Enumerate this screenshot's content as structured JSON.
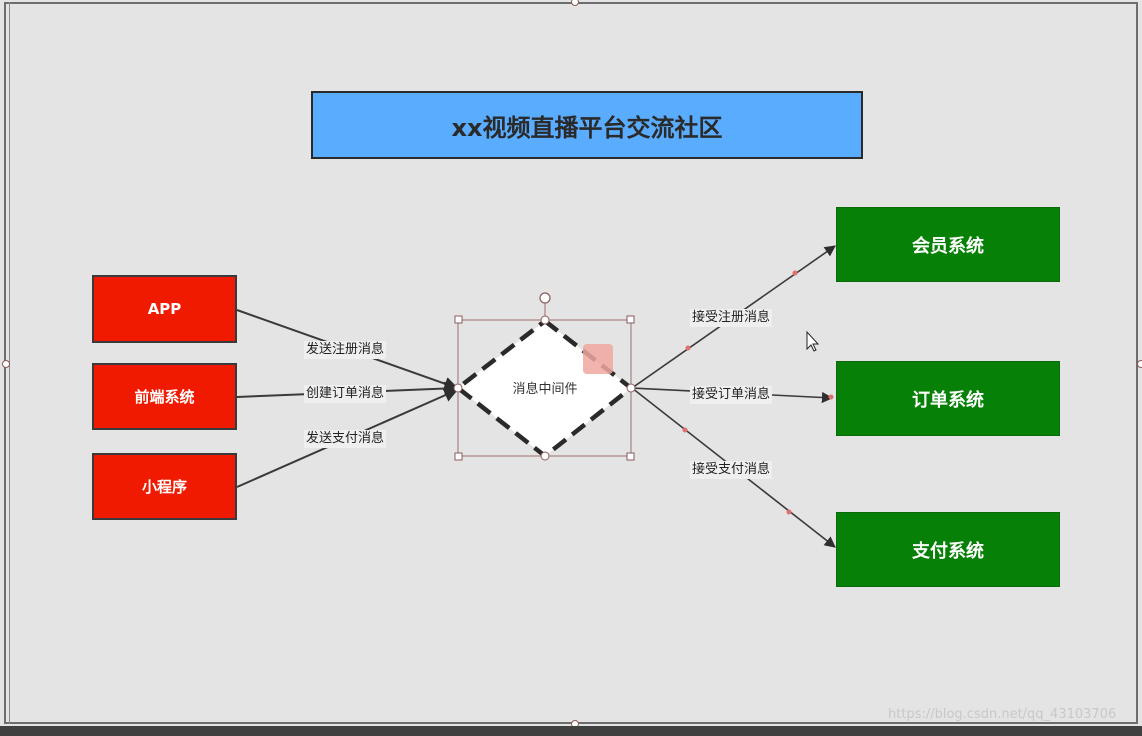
{
  "diagram": {
    "title": "xx视频直播平台交流社区",
    "sources": [
      {
        "label": "APP"
      },
      {
        "label": "前端系统"
      },
      {
        "label": "小程序"
      }
    ],
    "hub": {
      "label": "消息中间件"
    },
    "targets": [
      {
        "label": "会员系统"
      },
      {
        "label": "订单系统"
      },
      {
        "label": "支付系统"
      }
    ],
    "incoming_edges": [
      {
        "label": "发送注册消息"
      },
      {
        "label": "创建订单消息"
      },
      {
        "label": "发送支付消息"
      }
    ],
    "outgoing_edges": [
      {
        "label": "接受注册消息"
      },
      {
        "label": "接受订单消息"
      },
      {
        "label": "接受支付消息"
      }
    ]
  },
  "watermark": "https://blog.csdn.net/qq_43103706",
  "colors": {
    "title_fill": "#5aacff",
    "source_fill": "#f01a00",
    "target_fill": "#068006",
    "canvas": "#e4e4e4"
  }
}
